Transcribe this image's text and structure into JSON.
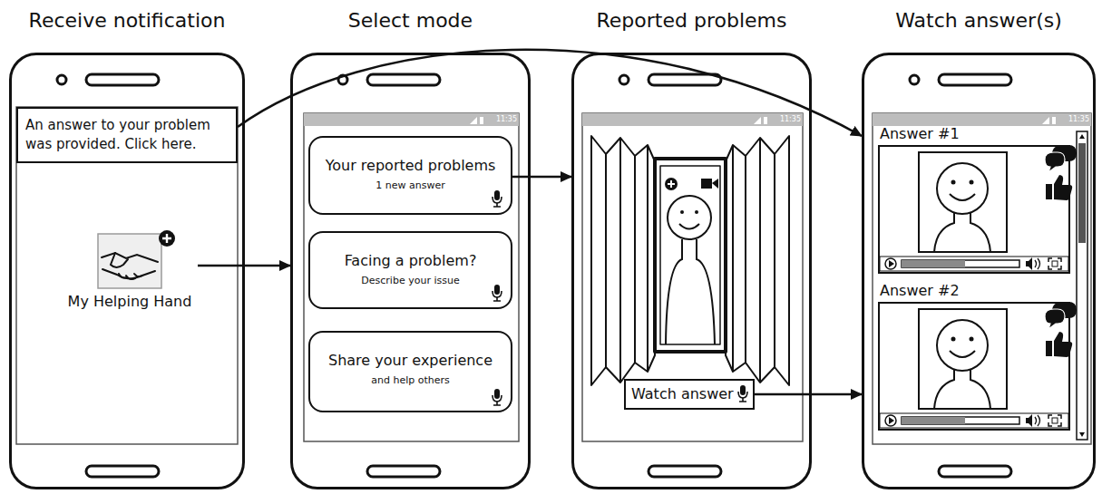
{
  "diagram": {
    "nodes": [
      {
        "text": [
          "Receive notification"
        ]
      },
      {
        "text": [
          "An answer to your problem was provided. Click here."
        ],
        "in": 0
      },
      {
        "text": [
          "My Helping Hand"
        ],
        "in": 0
      },
      {
        "text": [
          "Select mode"
        ]
      },
      {
        "text": [
          "Your reported problems",
          "1 new answer"
        ],
        "in": 3
      },
      {
        "text": [
          "Facing a problem?",
          "Describe your issue"
        ],
        "in": 3
      },
      {
        "text": [
          "Share your experience",
          "and help others"
        ],
        "in": 3
      },
      {
        "text": [
          "Reported problems"
        ]
      },
      {
        "text": [
          "Watch answer"
        ],
        "in": 7
      },
      {
        "text": [
          "Watch answer(s)"
        ]
      },
      {
        "text": [
          "Answer #1"
        ],
        "in": 9
      },
      {
        "text": [
          "Answer #2"
        ],
        "in": 9
      }
    ],
    "edges": [
      {
        "from": 1,
        "to": 9,
        "arrow": "to"
      },
      {
        "from": 2,
        "to": 3,
        "arrow": "to"
      },
      {
        "from": 4,
        "to": 7,
        "arrow": "to"
      },
      {
        "from": 8,
        "to": 9,
        "arrow": "to"
      }
    ],
    "labels": [
      "11:35",
      "11:35",
      "11:35"
    ]
  }
}
